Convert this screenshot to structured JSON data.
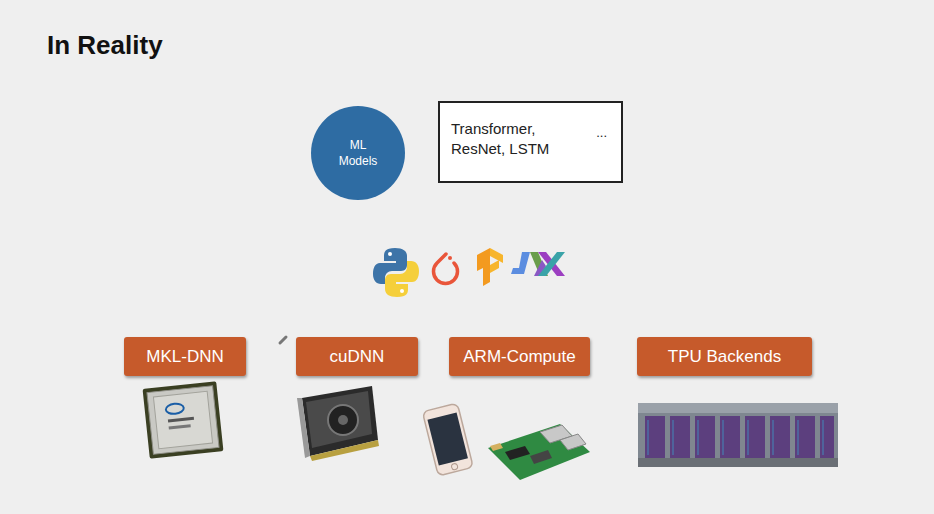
{
  "diagram": {
    "title": "In Reality",
    "nodes": [
      {
        "text": [
          "ML Models"
        ]
      },
      {
        "text": [
          "Transformer, ResNet, LSTM",
          "..."
        ]
      },
      {
        "text": [
          "MKL-DNN"
        ]
      },
      {
        "text": [
          "cuDNN"
        ]
      },
      {
        "text": [
          "ARM-Compute"
        ]
      },
      {
        "text": [
          "TPU Backends"
        ]
      }
    ]
  }
}
